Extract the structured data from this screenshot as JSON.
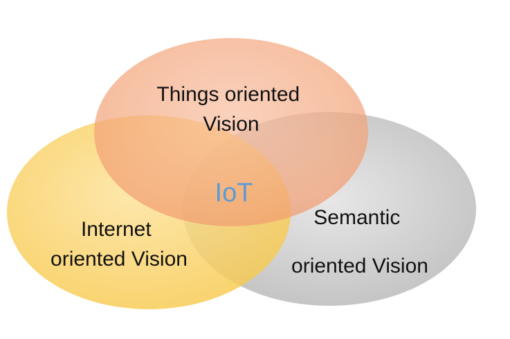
{
  "diagram": {
    "type": "venn",
    "sets": [
      {
        "id": "things",
        "lines": [
          "Things oriented",
          "Vision"
        ],
        "color": "#f4a57c"
      },
      {
        "id": "internet",
        "lines": [
          "Internet",
          "oriented Vision"
        ],
        "color": "#fbd15f"
      },
      {
        "id": "semantic",
        "lines": [
          "Semantic",
          "oriented  Vision"
        ],
        "color": "#bfbfbf"
      }
    ],
    "intersection": {
      "label": "IoT",
      "color": "#5b9bd5"
    }
  }
}
